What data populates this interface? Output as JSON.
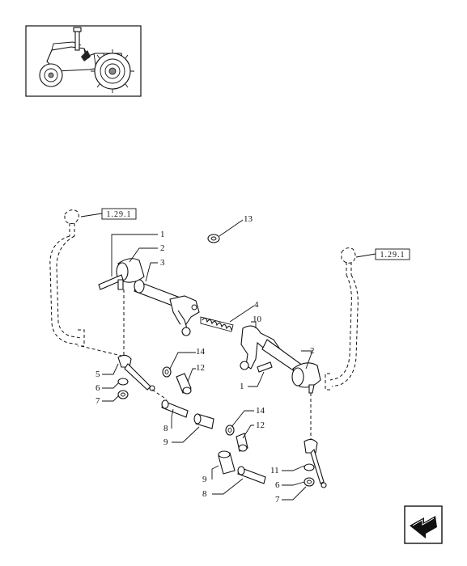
{
  "thumbnail": {
    "alt": "tractor"
  },
  "references": {
    "left": "1.29.1",
    "right": "1.29.1"
  },
  "callouts": {
    "c1a": "1",
    "c2a": "2",
    "c3": "3",
    "c13": "13",
    "c4": "4",
    "c10": "10",
    "c2b": "2",
    "c1b": "1",
    "c14a": "14",
    "c12a": "12",
    "c5": "5",
    "c6a": "6",
    "c7a": "7",
    "c8a": "8",
    "c9a": "9",
    "c14b": "14",
    "c12b": "12",
    "c9b": "9",
    "c8b": "8",
    "c11": "11",
    "c6b": "6",
    "c7b": "7"
  },
  "nav": {
    "icon": "nav-arrow-icon"
  }
}
